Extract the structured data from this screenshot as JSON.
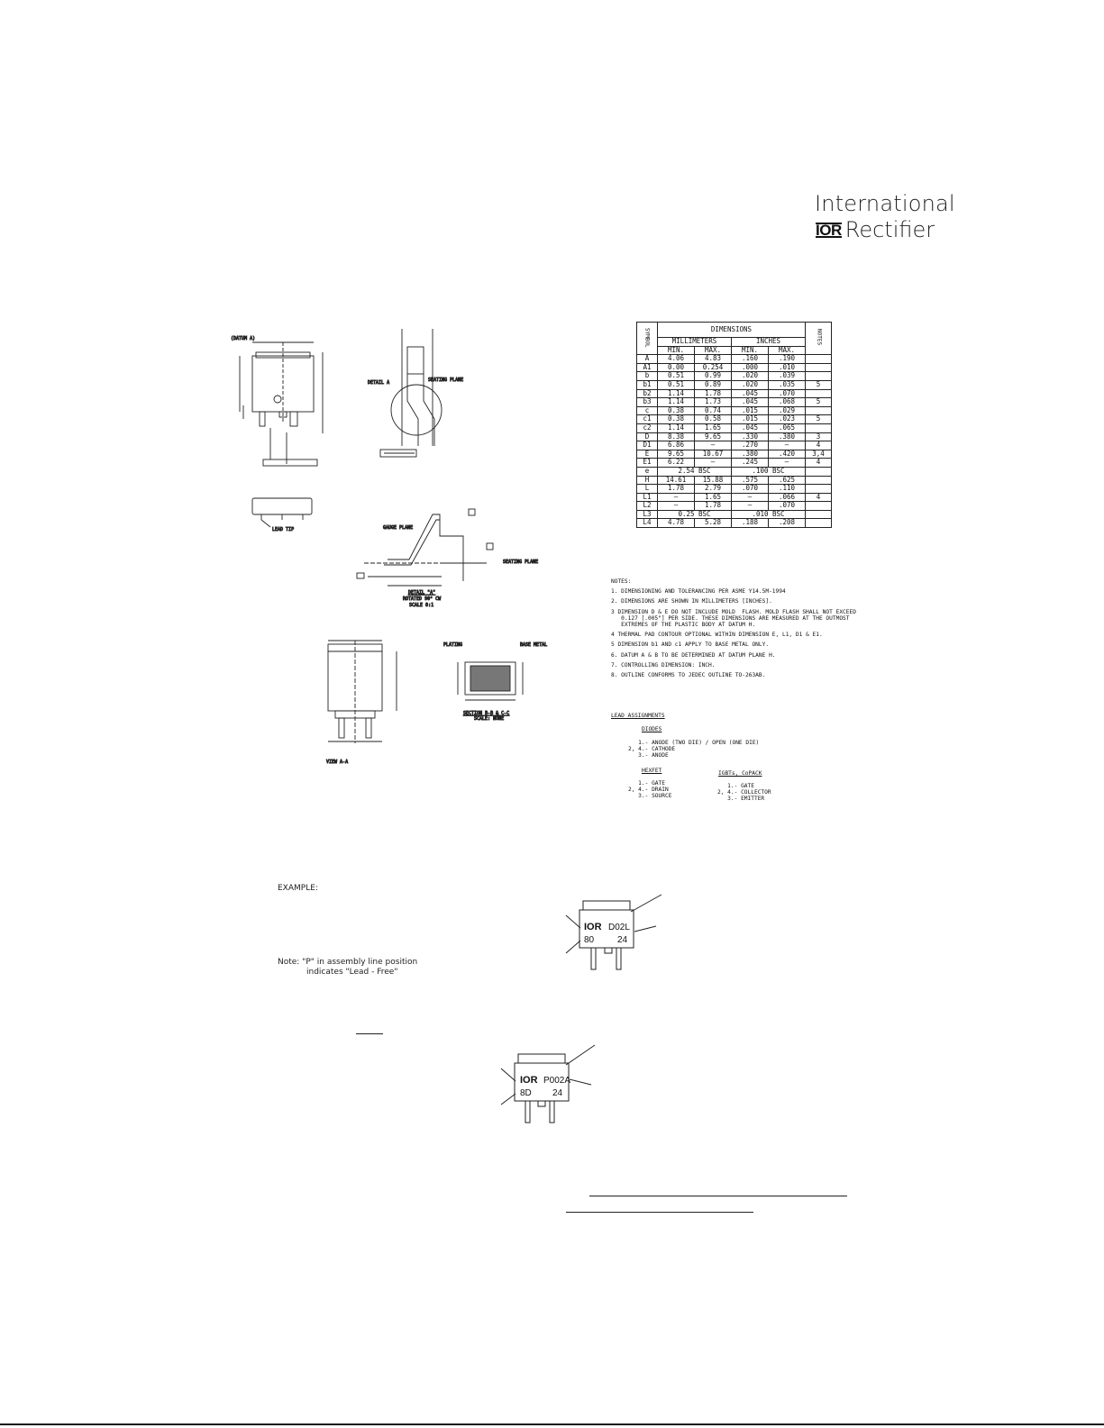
{
  "logo": {
    "line1": "International",
    "mark": "IOR",
    "line2": "Rectifier"
  },
  "table": {
    "symbol_header": "SYMBOL",
    "dimensions_header": "DIMENSIONS",
    "mm_header": "MILLIMETERS",
    "in_header": "INCHES",
    "notes_header": "NOTES",
    "min": "MIN.",
    "max": "MAX.",
    "rows": [
      [
        "A",
        "4.06",
        "4.83",
        ".160",
        ".190",
        ""
      ],
      [
        "A1",
        "0.00",
        "0.254",
        ".000",
        ".010",
        ""
      ],
      [
        "b",
        "0.51",
        "0.99",
        ".020",
        ".039",
        ""
      ],
      [
        "b1",
        "0.51",
        "0.89",
        ".020",
        ".035",
        "5"
      ],
      [
        "b2",
        "1.14",
        "1.78",
        ".045",
        ".070",
        ""
      ],
      [
        "b3",
        "1.14",
        "1.73",
        ".045",
        ".068",
        "5"
      ],
      [
        "c",
        "0.38",
        "0.74",
        ".015",
        ".029",
        ""
      ],
      [
        "c1",
        "0.38",
        "0.58",
        ".015",
        ".023",
        "5"
      ],
      [
        "c2",
        "1.14",
        "1.65",
        ".045",
        ".065",
        ""
      ],
      [
        "D",
        "8.38",
        "9.65",
        ".330",
        ".380",
        "3"
      ],
      [
        "D1",
        "6.86",
        "—",
        ".270",
        "—",
        "4"
      ],
      [
        "E",
        "9.65",
        "10.67",
        ".380",
        ".420",
        "3,4"
      ],
      [
        "E1",
        "6.22",
        "—",
        ".245",
        "—",
        "4"
      ],
      [
        "e",
        "2.54 BSC",
        "",
        ".100 BSC",
        "",
        ""
      ],
      [
        "H",
        "14.61",
        "15.88",
        ".575",
        ".625",
        ""
      ],
      [
        "L",
        "1.78",
        "2.79",
        ".070",
        ".110",
        ""
      ],
      [
        "L1",
        "—",
        "1.65",
        "—",
        ".066",
        "4"
      ],
      [
        "L2",
        "—",
        "1.78",
        "—",
        ".070",
        ""
      ],
      [
        "L3",
        "0.25 BSC",
        "",
        ".010 BSC",
        "",
        ""
      ],
      [
        "L4",
        "4.78",
        "5.28",
        ".188",
        ".208",
        ""
      ]
    ]
  },
  "notes": {
    "title": "NOTES:",
    "items": [
      "1. DIMENSIONING AND TOLERANCING PER ASME Y14.5M-1994",
      "2. DIMENSIONS ARE SHOWN IN MILLIMETERS [INCHES].",
      "3 DIMENSION D & E DO NOT INCLUDE MOLD  FLASH. MOLD FLASH SHALL NOT EXCEED\n   0.127 [.005\"] PER SIDE. THESE DIMENSIONS ARE MEASURED AT THE OUTMOST\n   EXTREMES OF THE PLASTIC BODY AT DATUM H.",
      "4 THERMAL PAD CONTOUR OPTIONAL WITHIN DIMENSION E, L1, D1 & E1.",
      "5 DIMENSION b1 AND c1 APPLY TO BASE METAL ONLY.",
      "6. DATUM A & B TO BE DETERMINED AT DATUM PLANE H.",
      "7. CONTROLLING DIMENSION: INCH.",
      "8. OUTLINE CONFORMS TO JEDEC OUTLINE TO-263AB."
    ]
  },
  "leads": {
    "title": "LEAD ASSIGNMENTS",
    "diodes_title": "DIODES",
    "diodes": "   1.- ANODE (TWO DIE) / OPEN (ONE DIE)\n2, 4.- CATHODE\n   3.- ANODE",
    "hexfet_title": "HEXFET",
    "hexfet": "   1.- GATE\n2, 4.- DRAIN\n   3.- SOURCE",
    "igbt_title": "IGBTs, CoPACK",
    "igbt": "   1.- GATE\n2, 4.- COLLECTOR\n   3.- EMITTER"
  },
  "drawing_labels": {
    "datum_a": "(DATUM A)",
    "detail_a": "DETAIL A",
    "seating_plane": "SEATING\nPLANE",
    "lead_tip": "LEAD TIP",
    "gauge_plane": "GAUGE\nPLANE",
    "seating_plane2": "SEATING PLANE",
    "detail_a_caption": "DETAIL  \"A\"",
    "rotated": "ROTATED 90° CW",
    "scale": "SCALE 8:1",
    "view_aa": "VIEW A-A",
    "plating": "PLATING",
    "base_metal": "BASE METAL",
    "section": "SECTION B-B & C-C",
    "scale_none": "SCALE: NONE"
  },
  "example": {
    "label": "EXAMPLE:",
    "note_line1": "Note: \"P\" in assembly line position",
    "note_line2": "indicates \"Lead - Free\"",
    "part1": "IOR",
    "code1": "D02L",
    "date1_left": "80",
    "date1_right": "24",
    "part2": "IOR",
    "code2": "P002A",
    "date2_left": "8D",
    "date2_right": "24"
  }
}
